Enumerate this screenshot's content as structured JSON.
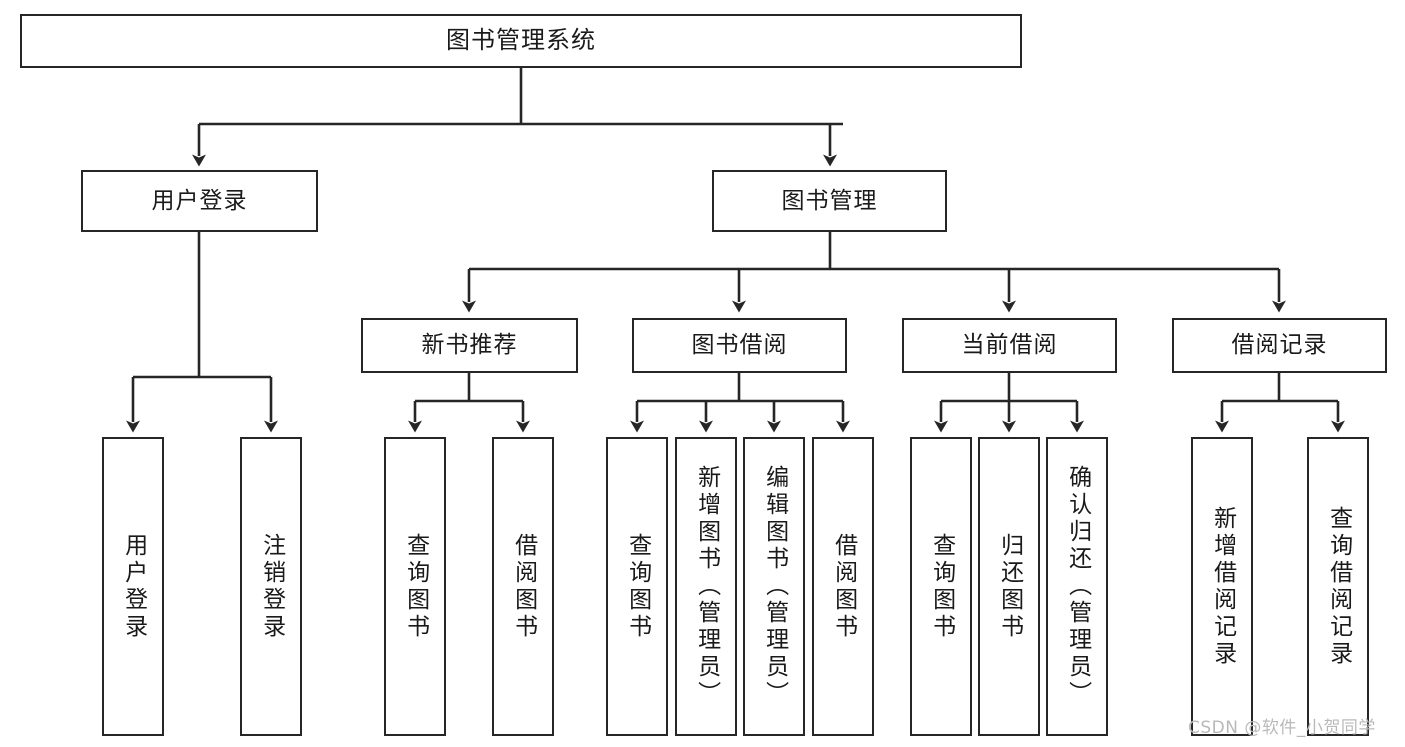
{
  "diagram": {
    "title": "图书管理系统",
    "type": "tree-hierarchy",
    "watermark": "CSDN @软件_小贺同学",
    "colors": {
      "box_border": "#262626",
      "box_fill": "#ffffff",
      "connector": "#262626",
      "text": "#1a1a1a",
      "watermark": "#b9b9b9",
      "background": "#ffffff"
    },
    "levels": {
      "level1": "root",
      "level2": "modules",
      "level3": "sub-modules",
      "level4": "functions"
    },
    "nodes": {
      "root": {
        "label": "图书管理系统",
        "orientation": "horizontal"
      },
      "user_login": {
        "label": "用户登录",
        "orientation": "horizontal"
      },
      "book_manage": {
        "label": "图书管理",
        "orientation": "horizontal"
      },
      "new_book_rec": {
        "label": "新书推荐",
        "orientation": "horizontal"
      },
      "book_borrow": {
        "label": "图书借阅",
        "orientation": "horizontal"
      },
      "current_borrow": {
        "label": "当前借阅",
        "orientation": "horizontal"
      },
      "borrow_record": {
        "label": "借阅记录",
        "orientation": "horizontal"
      },
      "leaf_user_login": {
        "label": "用户登录",
        "orientation": "vertical"
      },
      "leaf_logout": {
        "label": "注销登录",
        "orientation": "vertical"
      },
      "leaf_query_book_rec": {
        "label": "查询图书",
        "orientation": "vertical"
      },
      "leaf_borrow_book_rec": {
        "label": "借阅图书",
        "orientation": "vertical"
      },
      "leaf_query_book_brw": {
        "label": "查询图书",
        "orientation": "vertical"
      },
      "leaf_add_book": {
        "label": "新增图书（管理员）",
        "orientation": "vertical"
      },
      "leaf_edit_book": {
        "label": "编辑图书（管理员）",
        "orientation": "vertical"
      },
      "leaf_borrow_book_brw": {
        "label": "借阅图书",
        "orientation": "vertical"
      },
      "leaf_query_book_cur": {
        "label": "查询图书",
        "orientation": "vertical"
      },
      "leaf_return_book": {
        "label": "归还图书",
        "orientation": "vertical"
      },
      "leaf_confirm_return": {
        "label": "确认归还（管理员）",
        "orientation": "vertical"
      },
      "leaf_add_record": {
        "label": "新增借阅记录",
        "orientation": "vertical"
      },
      "leaf_query_record": {
        "label": "查询借阅记录",
        "orientation": "vertical"
      }
    },
    "edges": [
      {
        "from": "root",
        "to": "user_login"
      },
      {
        "from": "root",
        "to": "book_manage"
      },
      {
        "from": "book_manage",
        "to": "new_book_rec"
      },
      {
        "from": "book_manage",
        "to": "book_borrow"
      },
      {
        "from": "book_manage",
        "to": "current_borrow"
      },
      {
        "from": "book_manage",
        "to": "borrow_record"
      },
      {
        "from": "user_login",
        "to": "leaf_user_login"
      },
      {
        "from": "user_login",
        "to": "leaf_logout"
      },
      {
        "from": "new_book_rec",
        "to": "leaf_query_book_rec"
      },
      {
        "from": "new_book_rec",
        "to": "leaf_borrow_book_rec"
      },
      {
        "from": "book_borrow",
        "to": "leaf_query_book_brw"
      },
      {
        "from": "book_borrow",
        "to": "leaf_add_book"
      },
      {
        "from": "book_borrow",
        "to": "leaf_edit_book"
      },
      {
        "from": "book_borrow",
        "to": "leaf_borrow_book_brw"
      },
      {
        "from": "current_borrow",
        "to": "leaf_query_book_cur"
      },
      {
        "from": "current_borrow",
        "to": "leaf_return_book"
      },
      {
        "from": "current_borrow",
        "to": "leaf_confirm_return"
      },
      {
        "from": "borrow_record",
        "to": "leaf_add_record"
      },
      {
        "from": "borrow_record",
        "to": "leaf_query_record"
      }
    ]
  }
}
